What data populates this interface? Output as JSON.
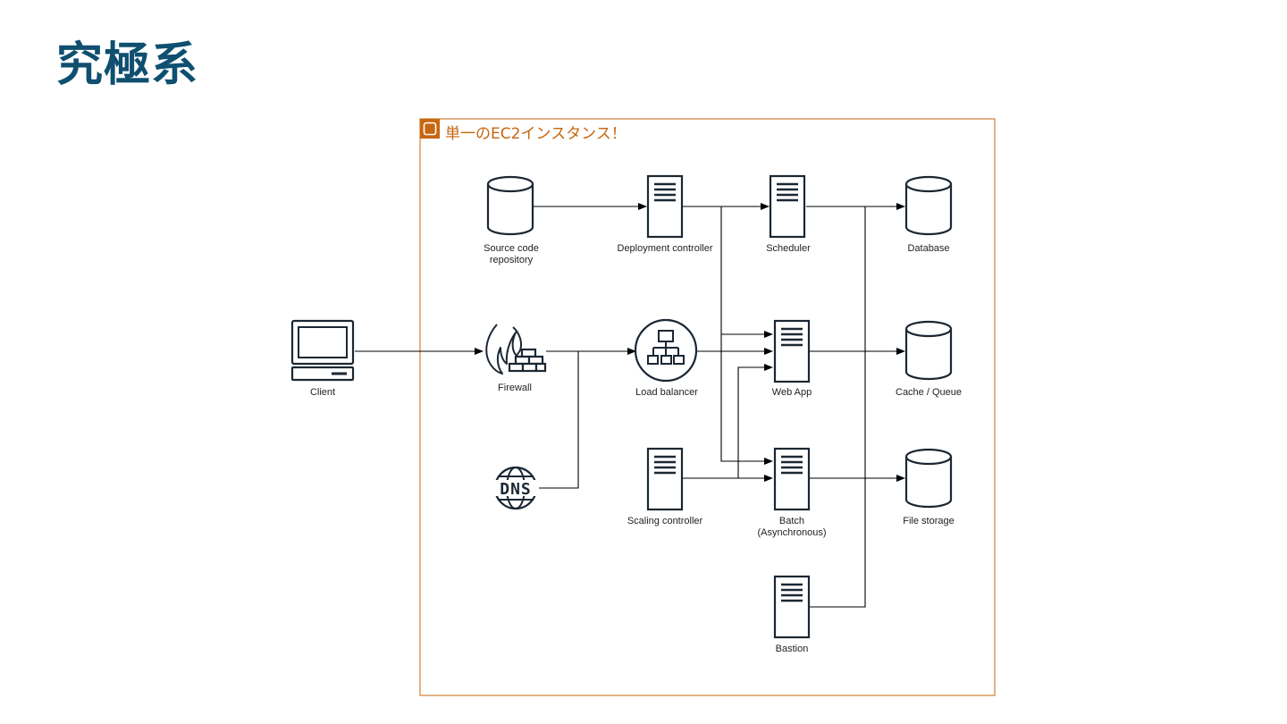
{
  "slide": {
    "title": "究極系"
  },
  "group": {
    "label": "単一のEC2インスタンス！",
    "border_color": "#c7660f"
  },
  "nodes": {
    "source_repo": {
      "line1": "Source code",
      "line2": "repository"
    },
    "deployment_controller": {
      "label": "Deployment controller"
    },
    "scheduler": {
      "label": "Scheduler"
    },
    "database": {
      "label": "Database"
    },
    "client": {
      "label": "Client"
    },
    "firewall": {
      "label": "Firewall"
    },
    "load_balancer": {
      "label": "Load balancer"
    },
    "web_app": {
      "label": "Web App"
    },
    "cache_queue": {
      "label": "Cache / Queue"
    },
    "dns": {
      "label": "DNS",
      "icon_text": "DNS"
    },
    "scaling_controller": {
      "label": "Scaling controller"
    },
    "batch": {
      "line1": "Batch",
      "line2": "(Asynchronous)"
    },
    "file_storage": {
      "label": "File storage"
    },
    "bastion": {
      "label": "Bastion"
    }
  },
  "colors": {
    "title": "#0f4f70",
    "group_border": "#c7660f",
    "icon_stroke": "#1b2733"
  },
  "icons": [
    "database-icon",
    "server-icon",
    "computer-icon",
    "firewall-icon",
    "load-balancer-icon",
    "dns-icon"
  ]
}
